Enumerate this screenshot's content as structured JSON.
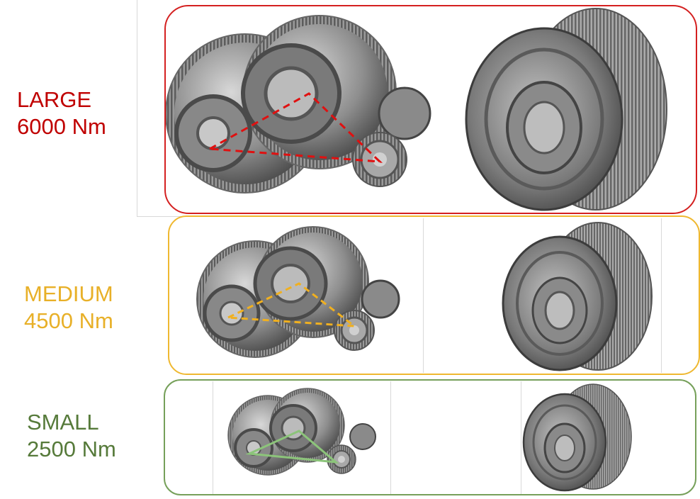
{
  "tiers": [
    {
      "id": "large",
      "name": "LARGE",
      "torque": "6000 Nm",
      "color": "#c00000",
      "frame_color": "#d42020"
    },
    {
      "id": "medium",
      "name": "MEDIUM",
      "torque": "4500 Nm",
      "color": "#e8b028",
      "frame_color": "#efb830"
    },
    {
      "id": "small",
      "name": "SMALL",
      "torque": "2500 Nm",
      "color": "#567a3a",
      "frame_color": "#76a05a"
    }
  ]
}
